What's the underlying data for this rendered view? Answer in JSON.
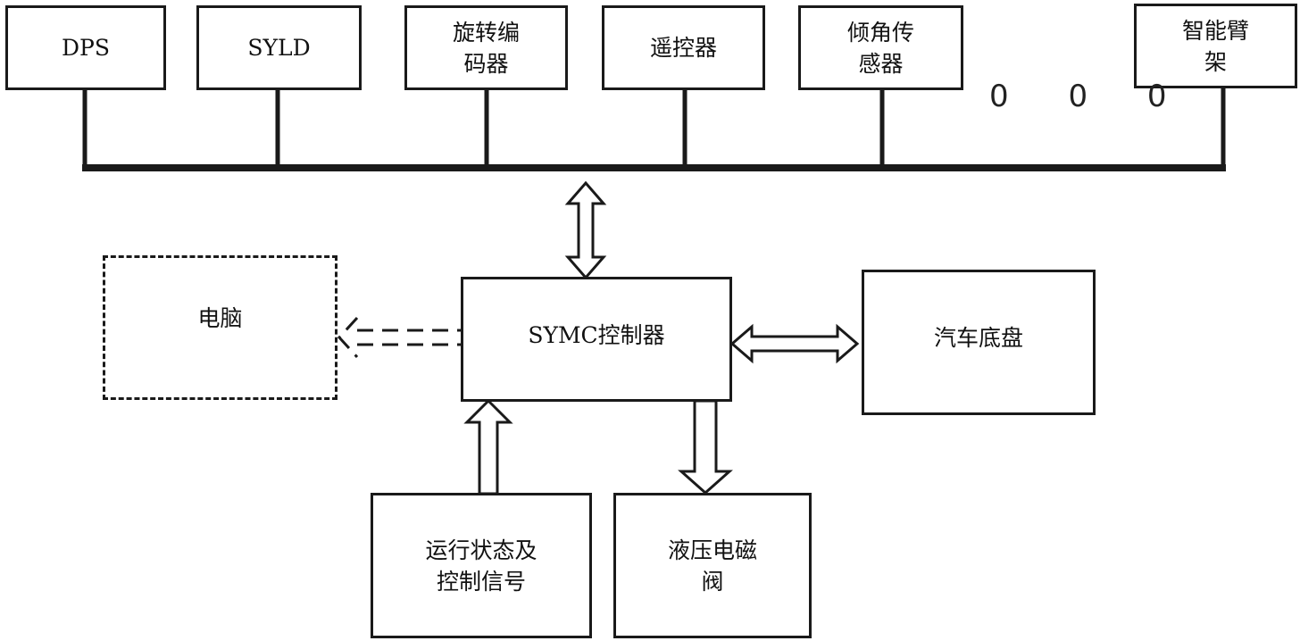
{
  "top_devices": [
    {
      "label": "DPS"
    },
    {
      "label": "SYLD"
    },
    {
      "label": "旋转编\n码器"
    },
    {
      "label": "遥控器"
    },
    {
      "label": "倾角传\n感器"
    },
    {
      "label": "智能臂\n架"
    }
  ],
  "ellipsis": "0 0 0",
  "controller": {
    "label": "SYMC控制器"
  },
  "computer": {
    "label": "电脑"
  },
  "chassis": {
    "label": "汽车底盘"
  },
  "status_signals": {
    "label": "运行状态及\n控制信号"
  },
  "hydraulic_valve": {
    "label": "液压电磁\n阀"
  }
}
